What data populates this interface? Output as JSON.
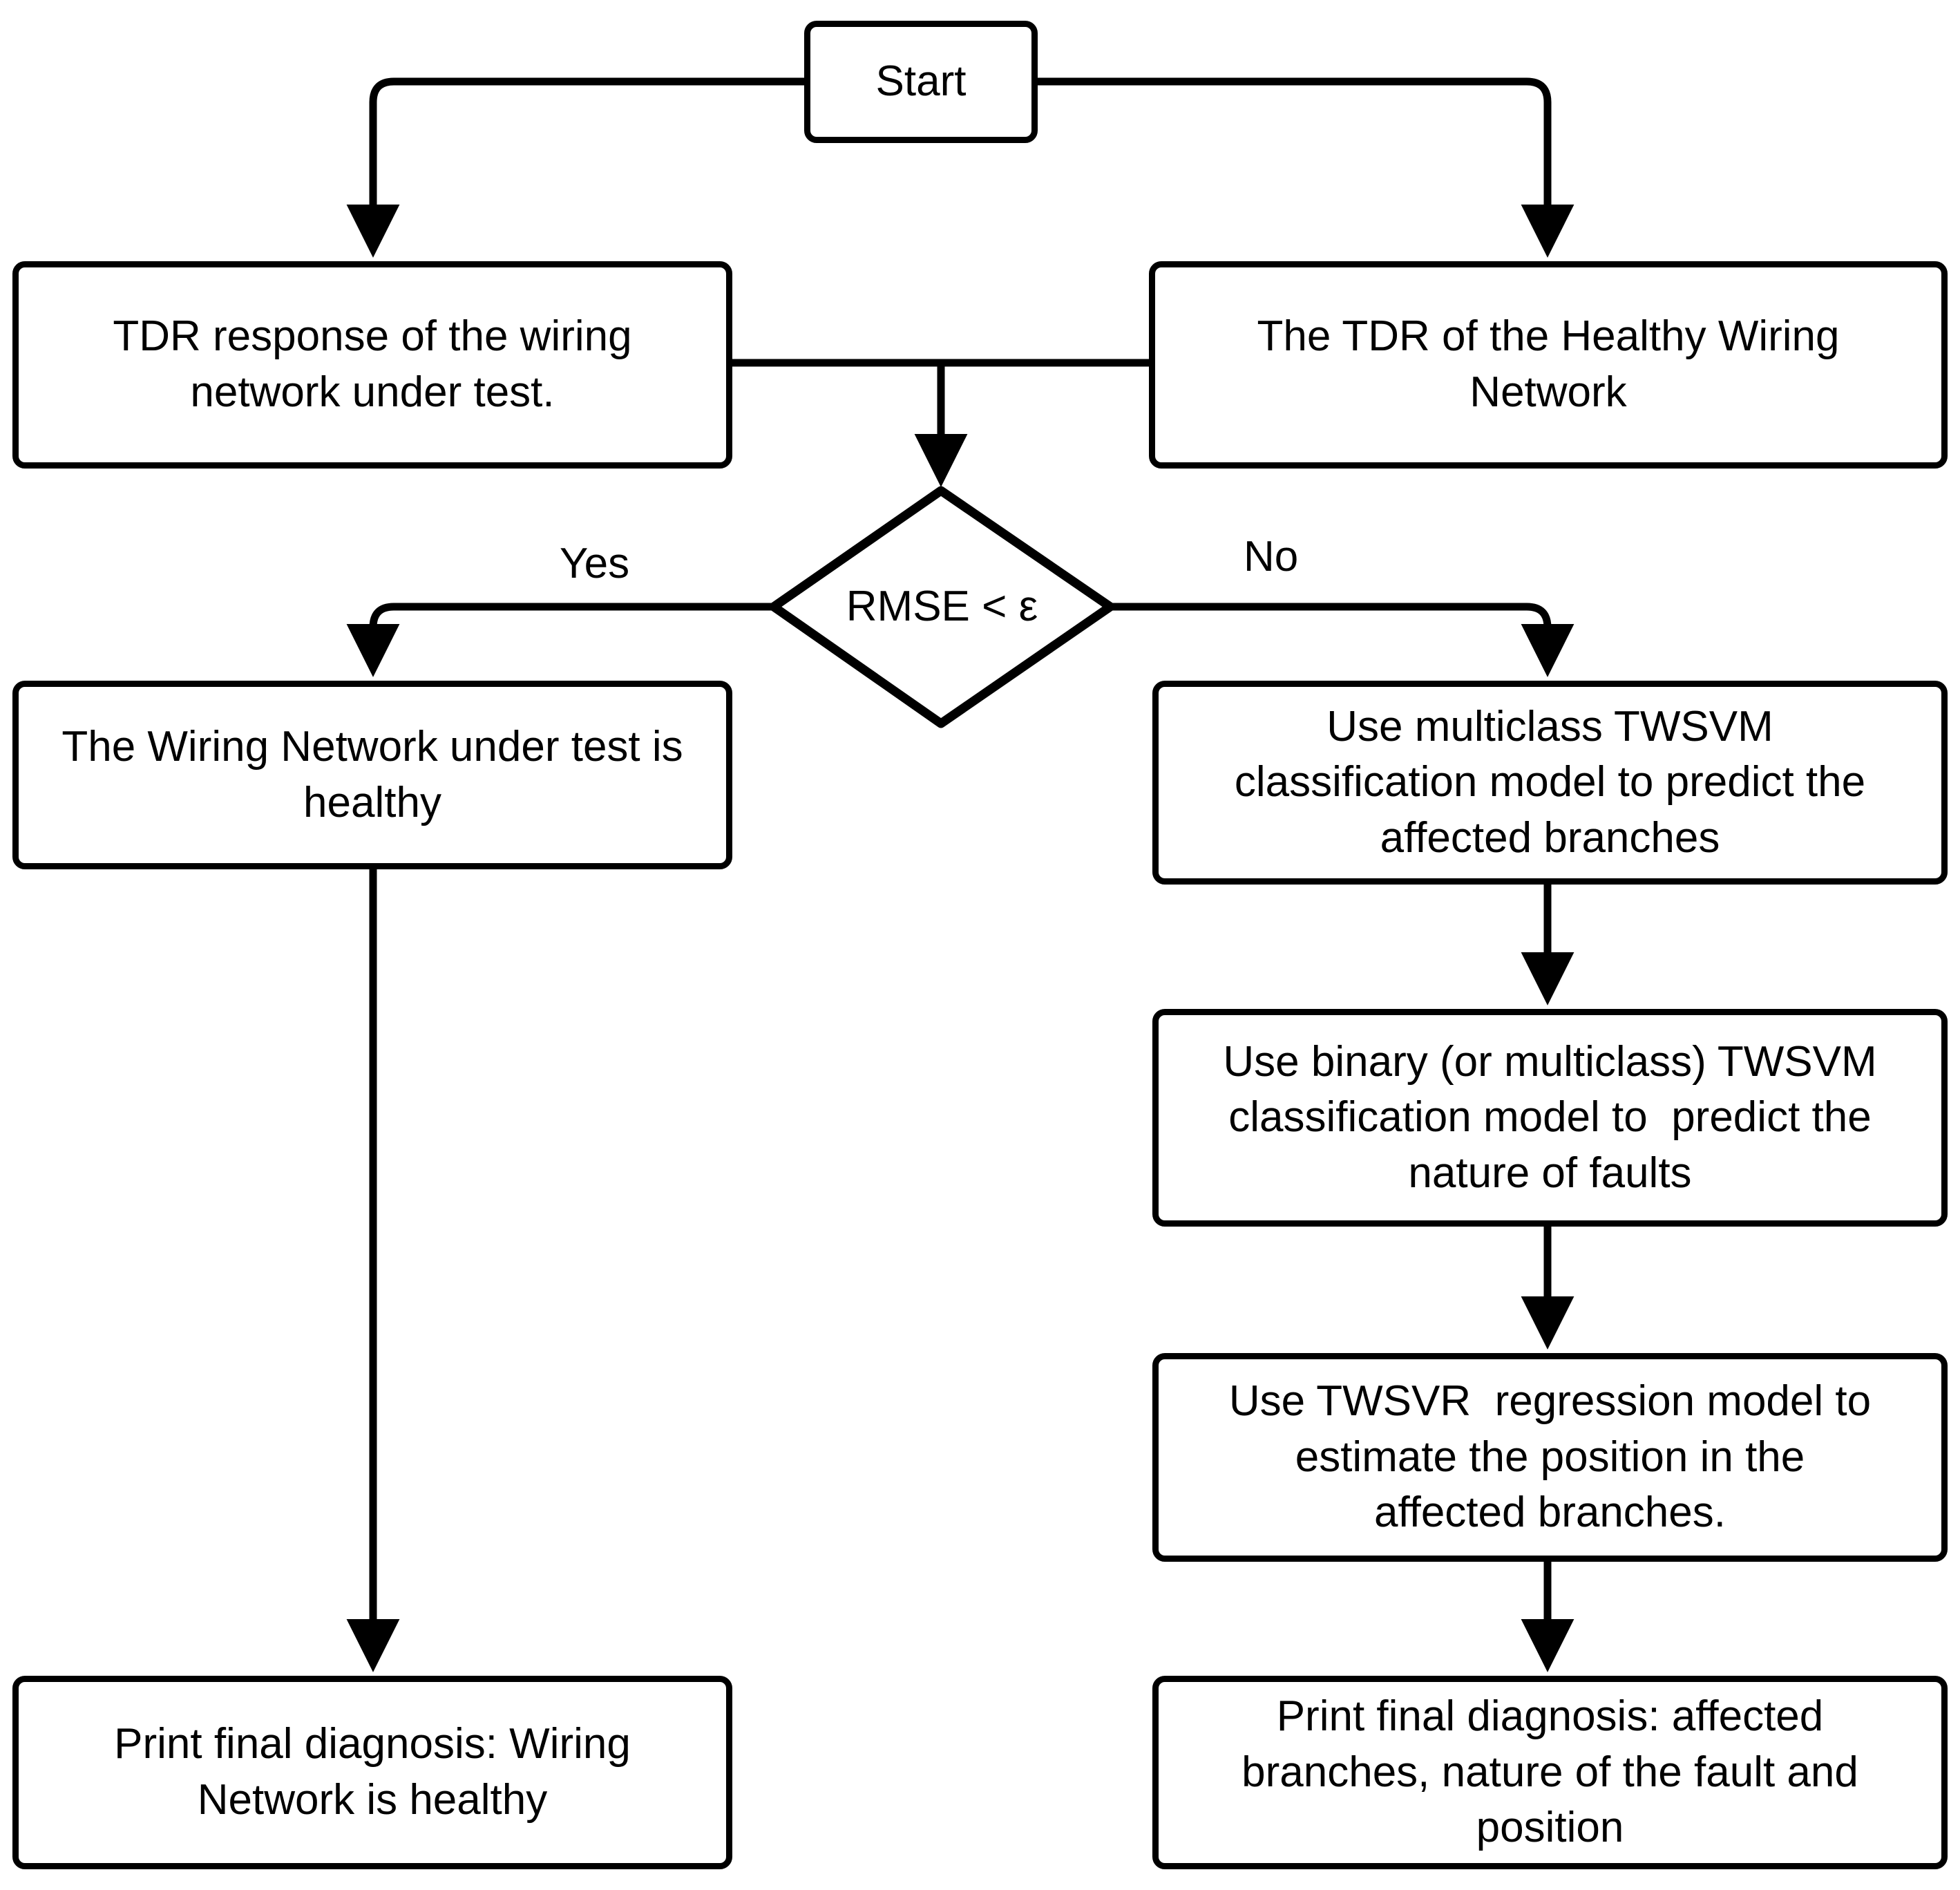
{
  "diagram": {
    "type": "flowchart",
    "title": "Wiring network fault diagnosis flowchart",
    "background_color": "#ffffff",
    "line_color": "#000000",
    "text_color": "#000000"
  },
  "nodes": {
    "start": {
      "label": "Start",
      "shape": "rounded-rect",
      "font_size": 62
    },
    "tdr_under_test": {
      "label": "TDR response of the wiring\nnetwork under test.",
      "shape": "rounded-rect",
      "font_size": 62
    },
    "tdr_healthy": {
      "label": "The TDR of the Healthy Wiring\nNetwork",
      "shape": "rounded-rect",
      "font_size": 62
    },
    "decision": {
      "label": "RMSE < ε",
      "shape": "diamond",
      "font_size": 62
    },
    "healthy_result": {
      "label": "The Wiring Network under test is\nhealthy",
      "shape": "rounded-rect",
      "font_size": 62
    },
    "multiclass_twsvm": {
      "label": "Use multiclass TWSVM\nclassification model to predict the\naffected branches",
      "shape": "rounded-rect",
      "font_size": 62
    },
    "binary_twsvm": {
      "label": "Use binary (or multiclass) TWSVM\nclassification model to  predict the\nnature of faults",
      "shape": "rounded-rect",
      "font_size": 62
    },
    "twsvr_regression": {
      "label": "Use TWSVR  regression model to\nestimate the position in the\naffected branches.",
      "shape": "rounded-rect",
      "font_size": 62
    },
    "print_healthy": {
      "label": "Print final diagnosis: Wiring\nNetwork is healthy",
      "shape": "rounded-rect",
      "font_size": 62
    },
    "print_fault": {
      "label": "Print final diagnosis: affected\nbranches, nature of the fault and\nposition",
      "shape": "rounded-rect",
      "font_size": 62
    }
  },
  "edge_labels": {
    "yes": "Yes",
    "no": "No",
    "font_size": 62
  },
  "edges": [
    {
      "from": "start",
      "to": "tdr_under_test",
      "label": ""
    },
    {
      "from": "start",
      "to": "tdr_healthy",
      "label": ""
    },
    {
      "from": "tdr_under_test",
      "to": "decision",
      "label": ""
    },
    {
      "from": "tdr_healthy",
      "to": "decision",
      "label": ""
    },
    {
      "from": "decision",
      "to": "healthy_result",
      "label": "Yes"
    },
    {
      "from": "decision",
      "to": "multiclass_twsvm",
      "label": "No"
    },
    {
      "from": "healthy_result",
      "to": "print_healthy",
      "label": ""
    },
    {
      "from": "multiclass_twsvm",
      "to": "binary_twsvm",
      "label": ""
    },
    {
      "from": "binary_twsvm",
      "to": "twsvr_regression",
      "label": ""
    },
    {
      "from": "twsvr_regression",
      "to": "print_fault",
      "label": ""
    }
  ]
}
